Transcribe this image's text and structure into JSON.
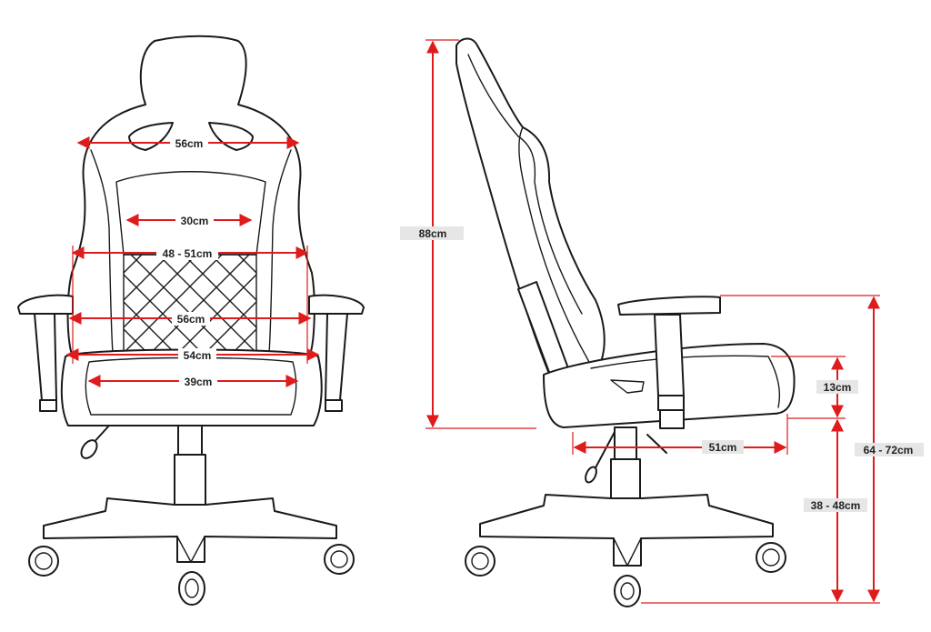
{
  "colors": {
    "dimension": "#e01b1b",
    "outline": "#1a1a1a",
    "label_background": "#e6e6e6"
  },
  "front_view": {
    "headrest_width": "56cm",
    "lumbar_width": "30cm",
    "back_width": "48 - 51cm",
    "armrest_span": "56cm",
    "seat_width": "54cm",
    "seat_inner_width": "39cm"
  },
  "side_view": {
    "backrest_height": "88cm",
    "armrest_height_above_seat": "13cm",
    "seat_depth": "51cm",
    "seat_height": "38 - 48cm",
    "armrest_height_total": "64 - 72cm"
  }
}
